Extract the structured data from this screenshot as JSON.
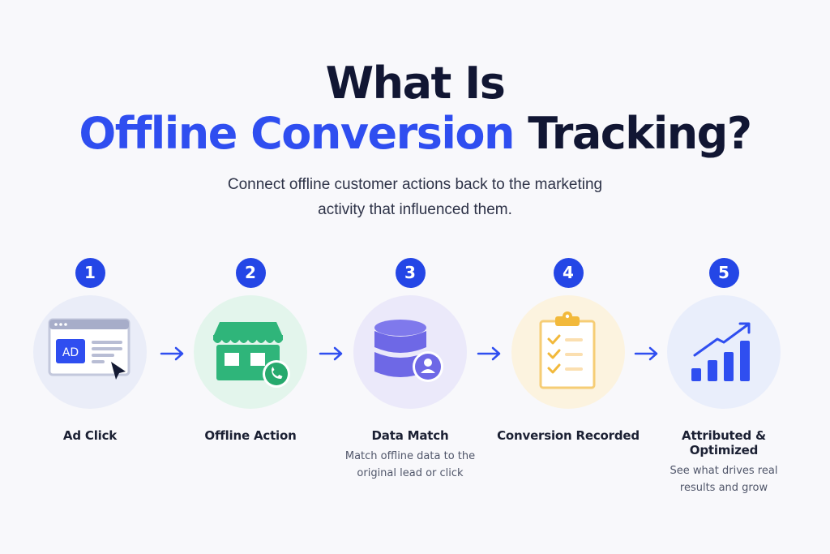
{
  "header": {
    "title_line1": "What Is",
    "title_line2_accent": "Offline Conversion",
    "title_line2_rest": "Tracking?",
    "subtitle_line1": "Connect offline customer actions back to the marketing",
    "subtitle_line2": "activity that influenced them."
  },
  "colors": {
    "accent": "#2f4ef0",
    "badge": "#2446e6",
    "title_dark": "#111633",
    "background": "#f8f8fb",
    "step1_circle": "#e9ecf8",
    "step2_circle": "#e3f5ec",
    "step2_icon": "#2fb57a",
    "step3_circle": "#ebe9fa",
    "step3_icon": "#6e68e6",
    "step4_circle": "#fcf3df",
    "step4_icon": "#f2b93b",
    "step5_circle": "#e9eefb",
    "step5_icon": "#2f4ef0"
  },
  "steps": [
    {
      "number": "1",
      "icon": "browser-ad-click-icon",
      "ad_text": "AD",
      "label": "Ad Click",
      "desc1": "",
      "desc2": ""
    },
    {
      "number": "2",
      "icon": "storefront-phone-icon",
      "label": "Offline Action",
      "desc1": "",
      "desc2": ""
    },
    {
      "number": "3",
      "icon": "database-user-icon",
      "label": "Data Match",
      "desc1": "Match offline data to the",
      "desc2": "original lead or click"
    },
    {
      "number": "4",
      "icon": "clipboard-checklist-icon",
      "label": "Conversion Recorded",
      "desc1": "",
      "desc2": ""
    },
    {
      "number": "5",
      "icon": "growth-chart-icon",
      "label": "Attributed & Optimized",
      "desc1": "See what drives real",
      "desc2": "results and grow"
    }
  ],
  "arrows": [
    "arrow-right-icon",
    "arrow-right-icon",
    "arrow-right-icon",
    "arrow-right-icon"
  ]
}
